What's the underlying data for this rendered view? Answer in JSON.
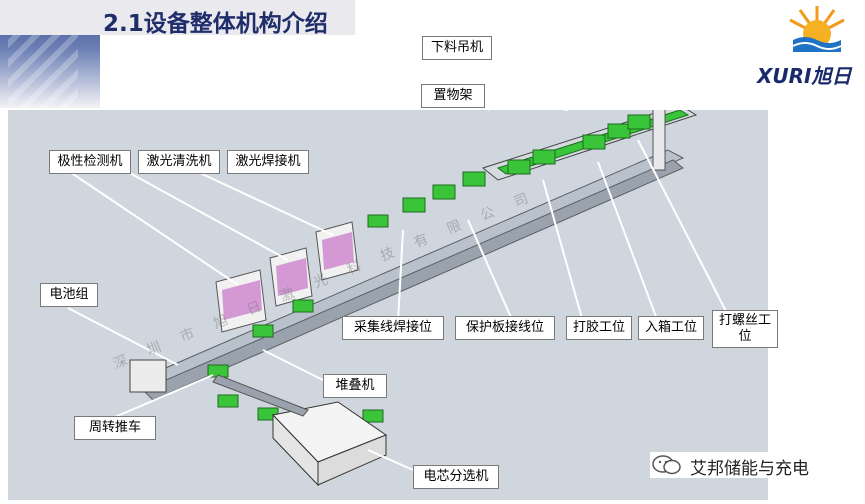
{
  "slide": {
    "title": "2.1设备整体机构介绍",
    "logo": {
      "brand_text": "XURI旭日",
      "icon": "sun-over-waves-logo-icon"
    },
    "watermark": "深圳市旭日激光科技有限公司",
    "footer": {
      "account_name": "艾邦储能与充电",
      "icon": "wechat-icon"
    }
  },
  "callouts": {
    "crane": "下料吊机",
    "shelf": "置物架",
    "polarity": "极性检测机",
    "cleaning": "激光清洗机",
    "welding": "激光焊接机",
    "module": "电池组",
    "harness": "采集线焊接位",
    "pcb": "保护板接线位",
    "glue": "打胶工位",
    "boxing": "入箱工位",
    "screw": "打螺丝工\n位",
    "stacking": "堆叠机",
    "cart": "周转推车",
    "sorting": "电芯分选机"
  },
  "colors": {
    "title": "#1f2d6b",
    "green": "#3ac43a",
    "line_white": "#ffffff",
    "background": "#cfd6de"
  }
}
